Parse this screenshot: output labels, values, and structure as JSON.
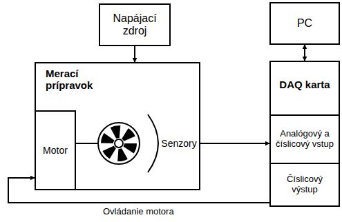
{
  "diagram": {
    "nodes": [
      {
        "text": [
          "Napájací zdroj"
        ]
      },
      {
        "text": [
          "PC"
        ]
      },
      {
        "text": [
          "Merací prípravok"
        ]
      },
      {
        "text": [
          "Motor"
        ],
        "in": 2
      },
      {
        "text": [
          "Senzory"
        ],
        "in": 2
      },
      {
        "text": [
          "DAQ karta"
        ]
      },
      {
        "text": [
          "Analógový a číslicový vstup"
        ],
        "in": 5
      },
      {
        "text": [
          "Číslicový výstup"
        ],
        "in": 5
      }
    ],
    "edges": [
      {
        "from": 0,
        "to": 2,
        "arrow": "to"
      },
      {
        "from": 1,
        "to": 5,
        "arrow": "both"
      },
      {
        "from": 4,
        "to": 6,
        "arrow": "to"
      },
      {
        "from": 7,
        "to": 3,
        "label": "Ovládanie motora",
        "arrow": "to"
      }
    ]
  }
}
